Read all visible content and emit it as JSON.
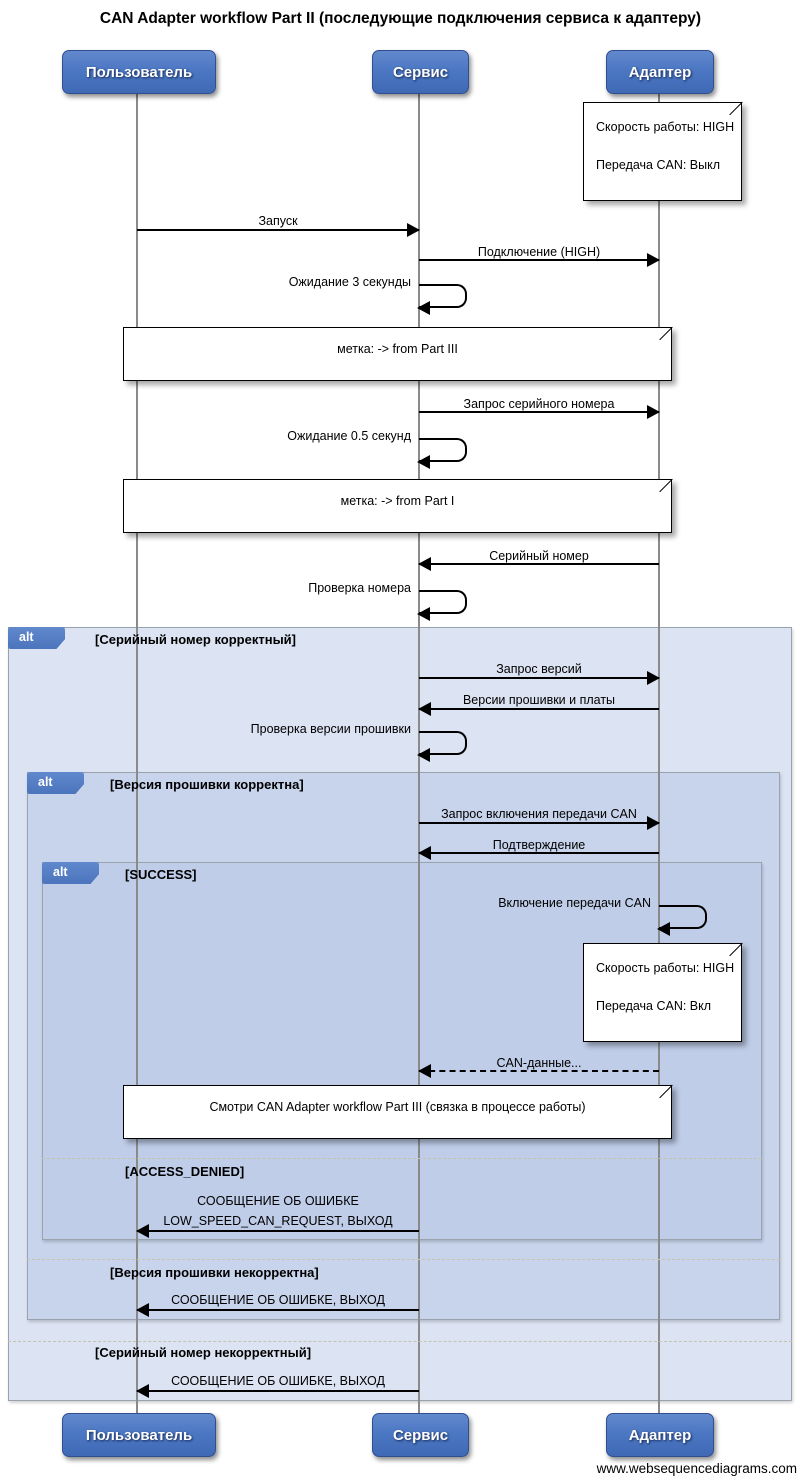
{
  "title": "CAN Adapter workflow Part II (последующие подключения сервиса к адаптеру)",
  "footer": "www.websequencediagrams.com",
  "actors": {
    "user": "Пользователь",
    "service": "Сервис",
    "adapter": "Адаптер"
  },
  "notes": {
    "adapter_state_off": {
      "line1": "Скорость работы: HIGH",
      "line2": "Передача CAN: Выкл"
    },
    "mark_from_part3": "метка: -> from Part III",
    "mark_from_part1": "метка: -> from Part I",
    "adapter_state_on": {
      "line1": "Скорость работы: HIGH",
      "line2": "Передача CAN: Вкл"
    },
    "see_part3": "Смотри CAN Adapter workflow Part III (связка в процессе работы)"
  },
  "messages": {
    "start": "Запуск",
    "connect_high": "Подключение (HIGH)",
    "wait_3s": "Ожидание 3 секунды",
    "request_serial": "Запрос серийного номера",
    "wait_05s": "Ожидание 0.5 секунд",
    "serial_number": "Серийный номер",
    "check_number": "Проверка номера",
    "request_versions": "Запрос версий",
    "versions_fw_board": "Версии прошивки и платы",
    "check_fw_version": "Проверка версии прошивки",
    "request_enable_can": "Запрос включения передачи CAN",
    "ack": "Подтверждение",
    "enable_can": "Включение передачи CAN",
    "can_data": "CAN-данные...",
    "error_msg_line1": "СООБЩЕНИЕ ОБ ОШИБКЕ",
    "error_msg_line2": "LOW_SPEED_CAN_REQUEST, ВЫХОД",
    "error_exit_fw": "СООБЩЕНИЕ ОБ ОШИБКЕ, ВЫХОД",
    "error_exit_serial": "СООБЩЕНИЕ ОБ ОШИБКЕ, ВЫХОД"
  },
  "alt": {
    "tab": "alt",
    "cond_serial_ok": "[Серийный номер корректный]",
    "cond_fw_ok": "[Версия прошивки корректна]",
    "cond_success": "[SUCCESS]",
    "cond_access_denied": "[ACCESS_DENIED]",
    "cond_fw_bad": "[Версия прошивки некорректна]",
    "cond_serial_bad": "[Серийный номер некорректный]"
  },
  "colors": {
    "actor_fill": "#4c77c3",
    "actor_border": "#2f4f8f",
    "lifeline": "#8a8a8a",
    "frame_border": "#9aa2ae",
    "alt_outer_bg": "#dce3f2",
    "alt_middle_bg": "#c8d4ec",
    "alt_inner_bg": "#bfcde8"
  }
}
